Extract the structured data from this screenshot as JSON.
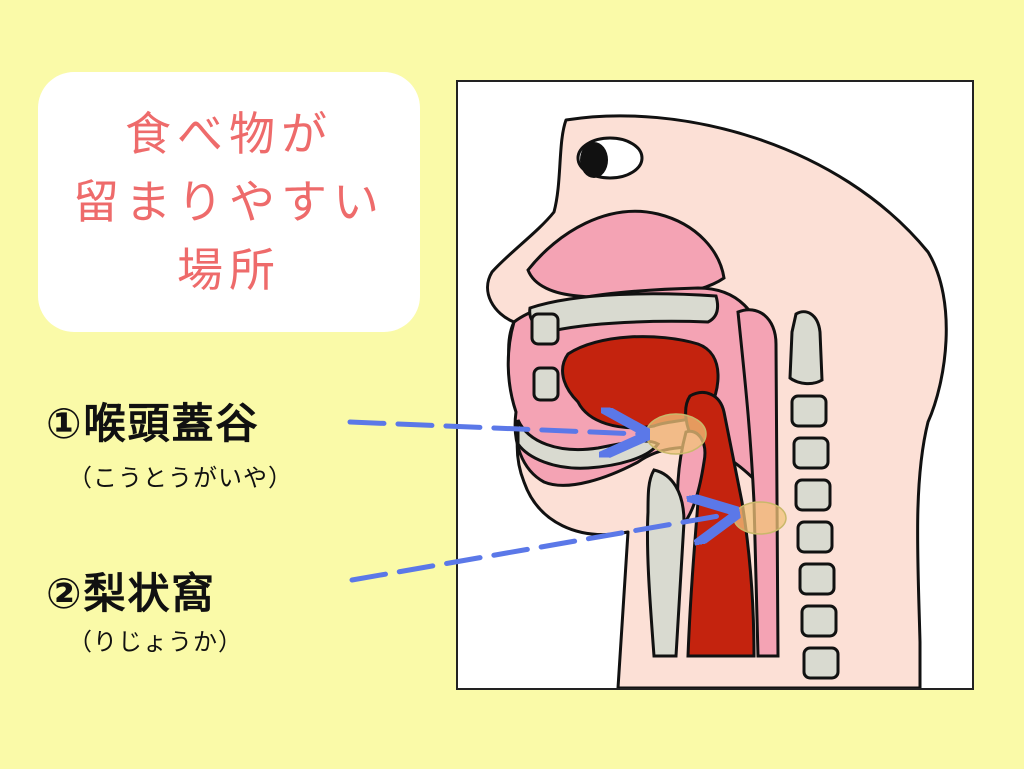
{
  "title": {
    "line1": "食べ物が",
    "line2": "留まりやすい",
    "line3": "場所"
  },
  "labels": [
    {
      "main": "①喉頭蓋谷",
      "reading": "（こうとうがいや）"
    },
    {
      "main": "②梨状窩",
      "reading": "（りじょうか）"
    }
  ],
  "colors": {
    "background": "#FAFAA8",
    "title_text": "#EE6B6B",
    "arrow": "#5B78E8",
    "skin": "#FCE0D6",
    "tissue_pink": "#F4A3B4",
    "airway_red": "#C4230E",
    "bone_gray": "#D9DAD0",
    "highlight": "#F2C37A"
  },
  "icons": {
    "arrow_icon": "dashed-arrow",
    "highlight_icon": "ellipse-marker"
  }
}
